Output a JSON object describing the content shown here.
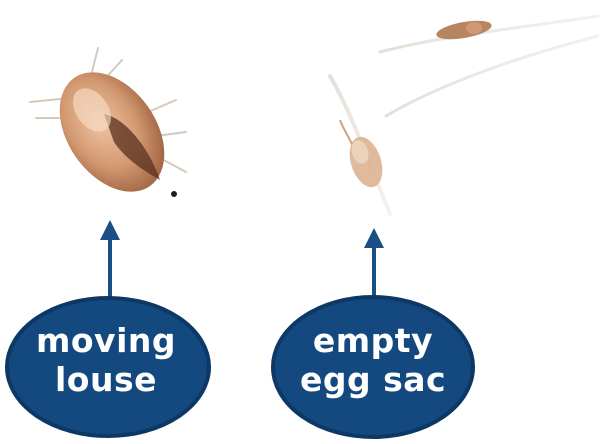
{
  "labels": {
    "louse": {
      "line1": "moving",
      "line2": "louse"
    },
    "egg_sac": {
      "line1": "empty",
      "line2": "egg sac"
    }
  },
  "colors": {
    "bubble_fill": "#13497f",
    "bubble_stroke": "#0d3765",
    "arrow": "#1a4f86",
    "label_text": "#ffffff",
    "louse_body": "#c98a63",
    "egg_sac": "#d8b190"
  }
}
